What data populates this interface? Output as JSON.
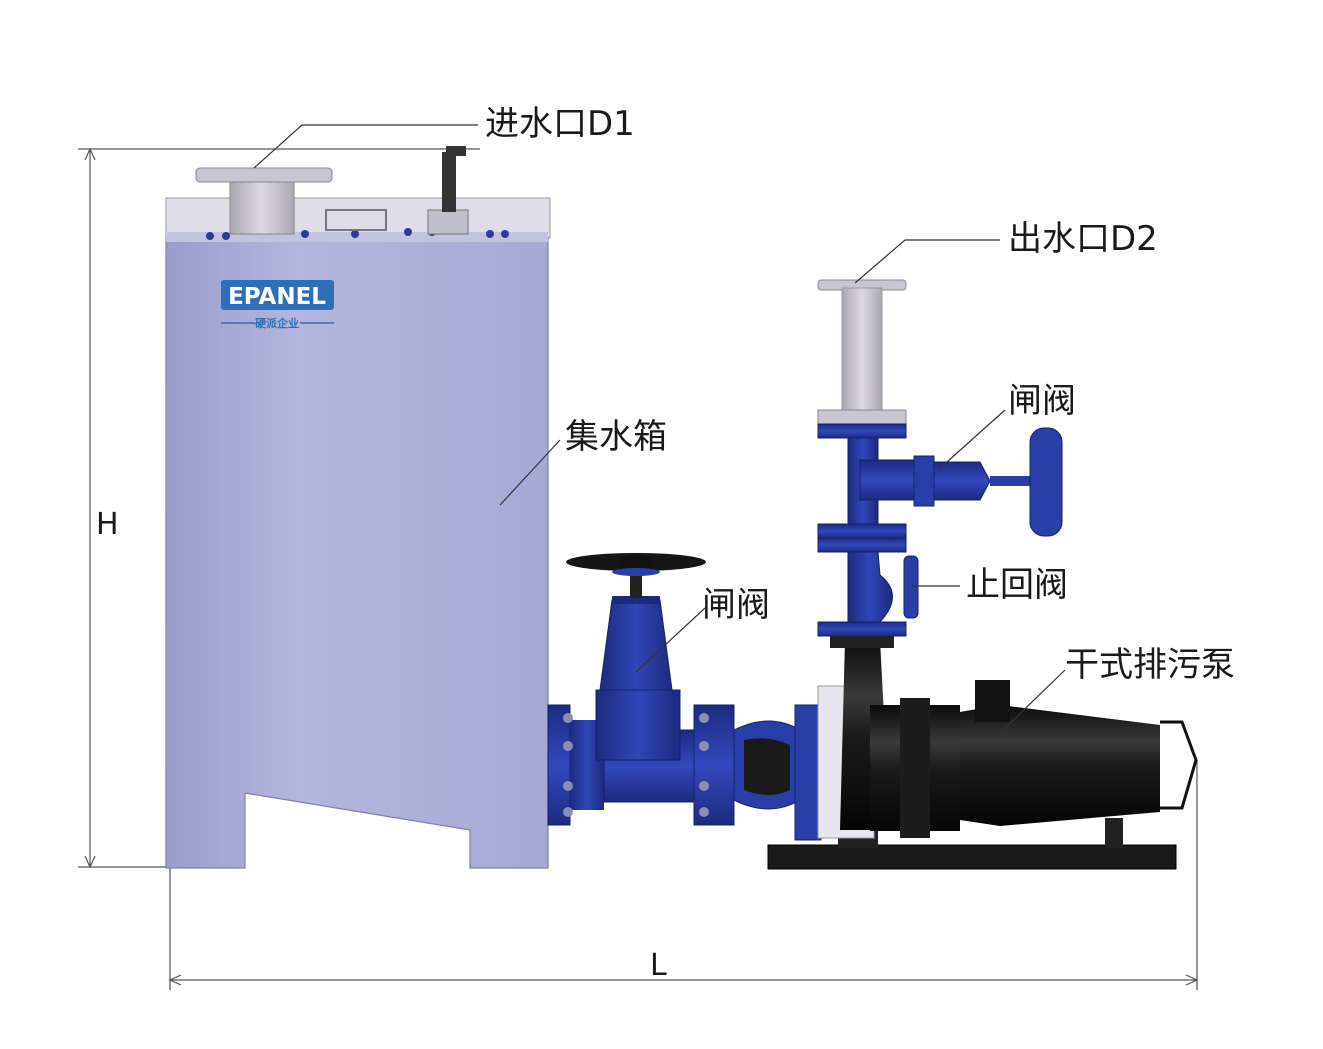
{
  "labels": {
    "inlet": "进水口D1",
    "outlet": "出水口D2",
    "tank": "集水箱",
    "gate_valve_upper": "闸阀",
    "gate_valve_lower": "闸阀",
    "check_valve": "止回阀",
    "pump": "干式排污泵"
  },
  "dimensions": {
    "height": "H",
    "length": "L"
  },
  "logo": {
    "brand": "EPANEL",
    "subtitle": "硬派企业"
  },
  "colors": {
    "tank": "#a9acd6",
    "valve_blue": "#2a3ea8",
    "pump_black": "#151515",
    "pipe_grey": "#c9c6d4",
    "logo_blue": "#2f6fb7"
  }
}
